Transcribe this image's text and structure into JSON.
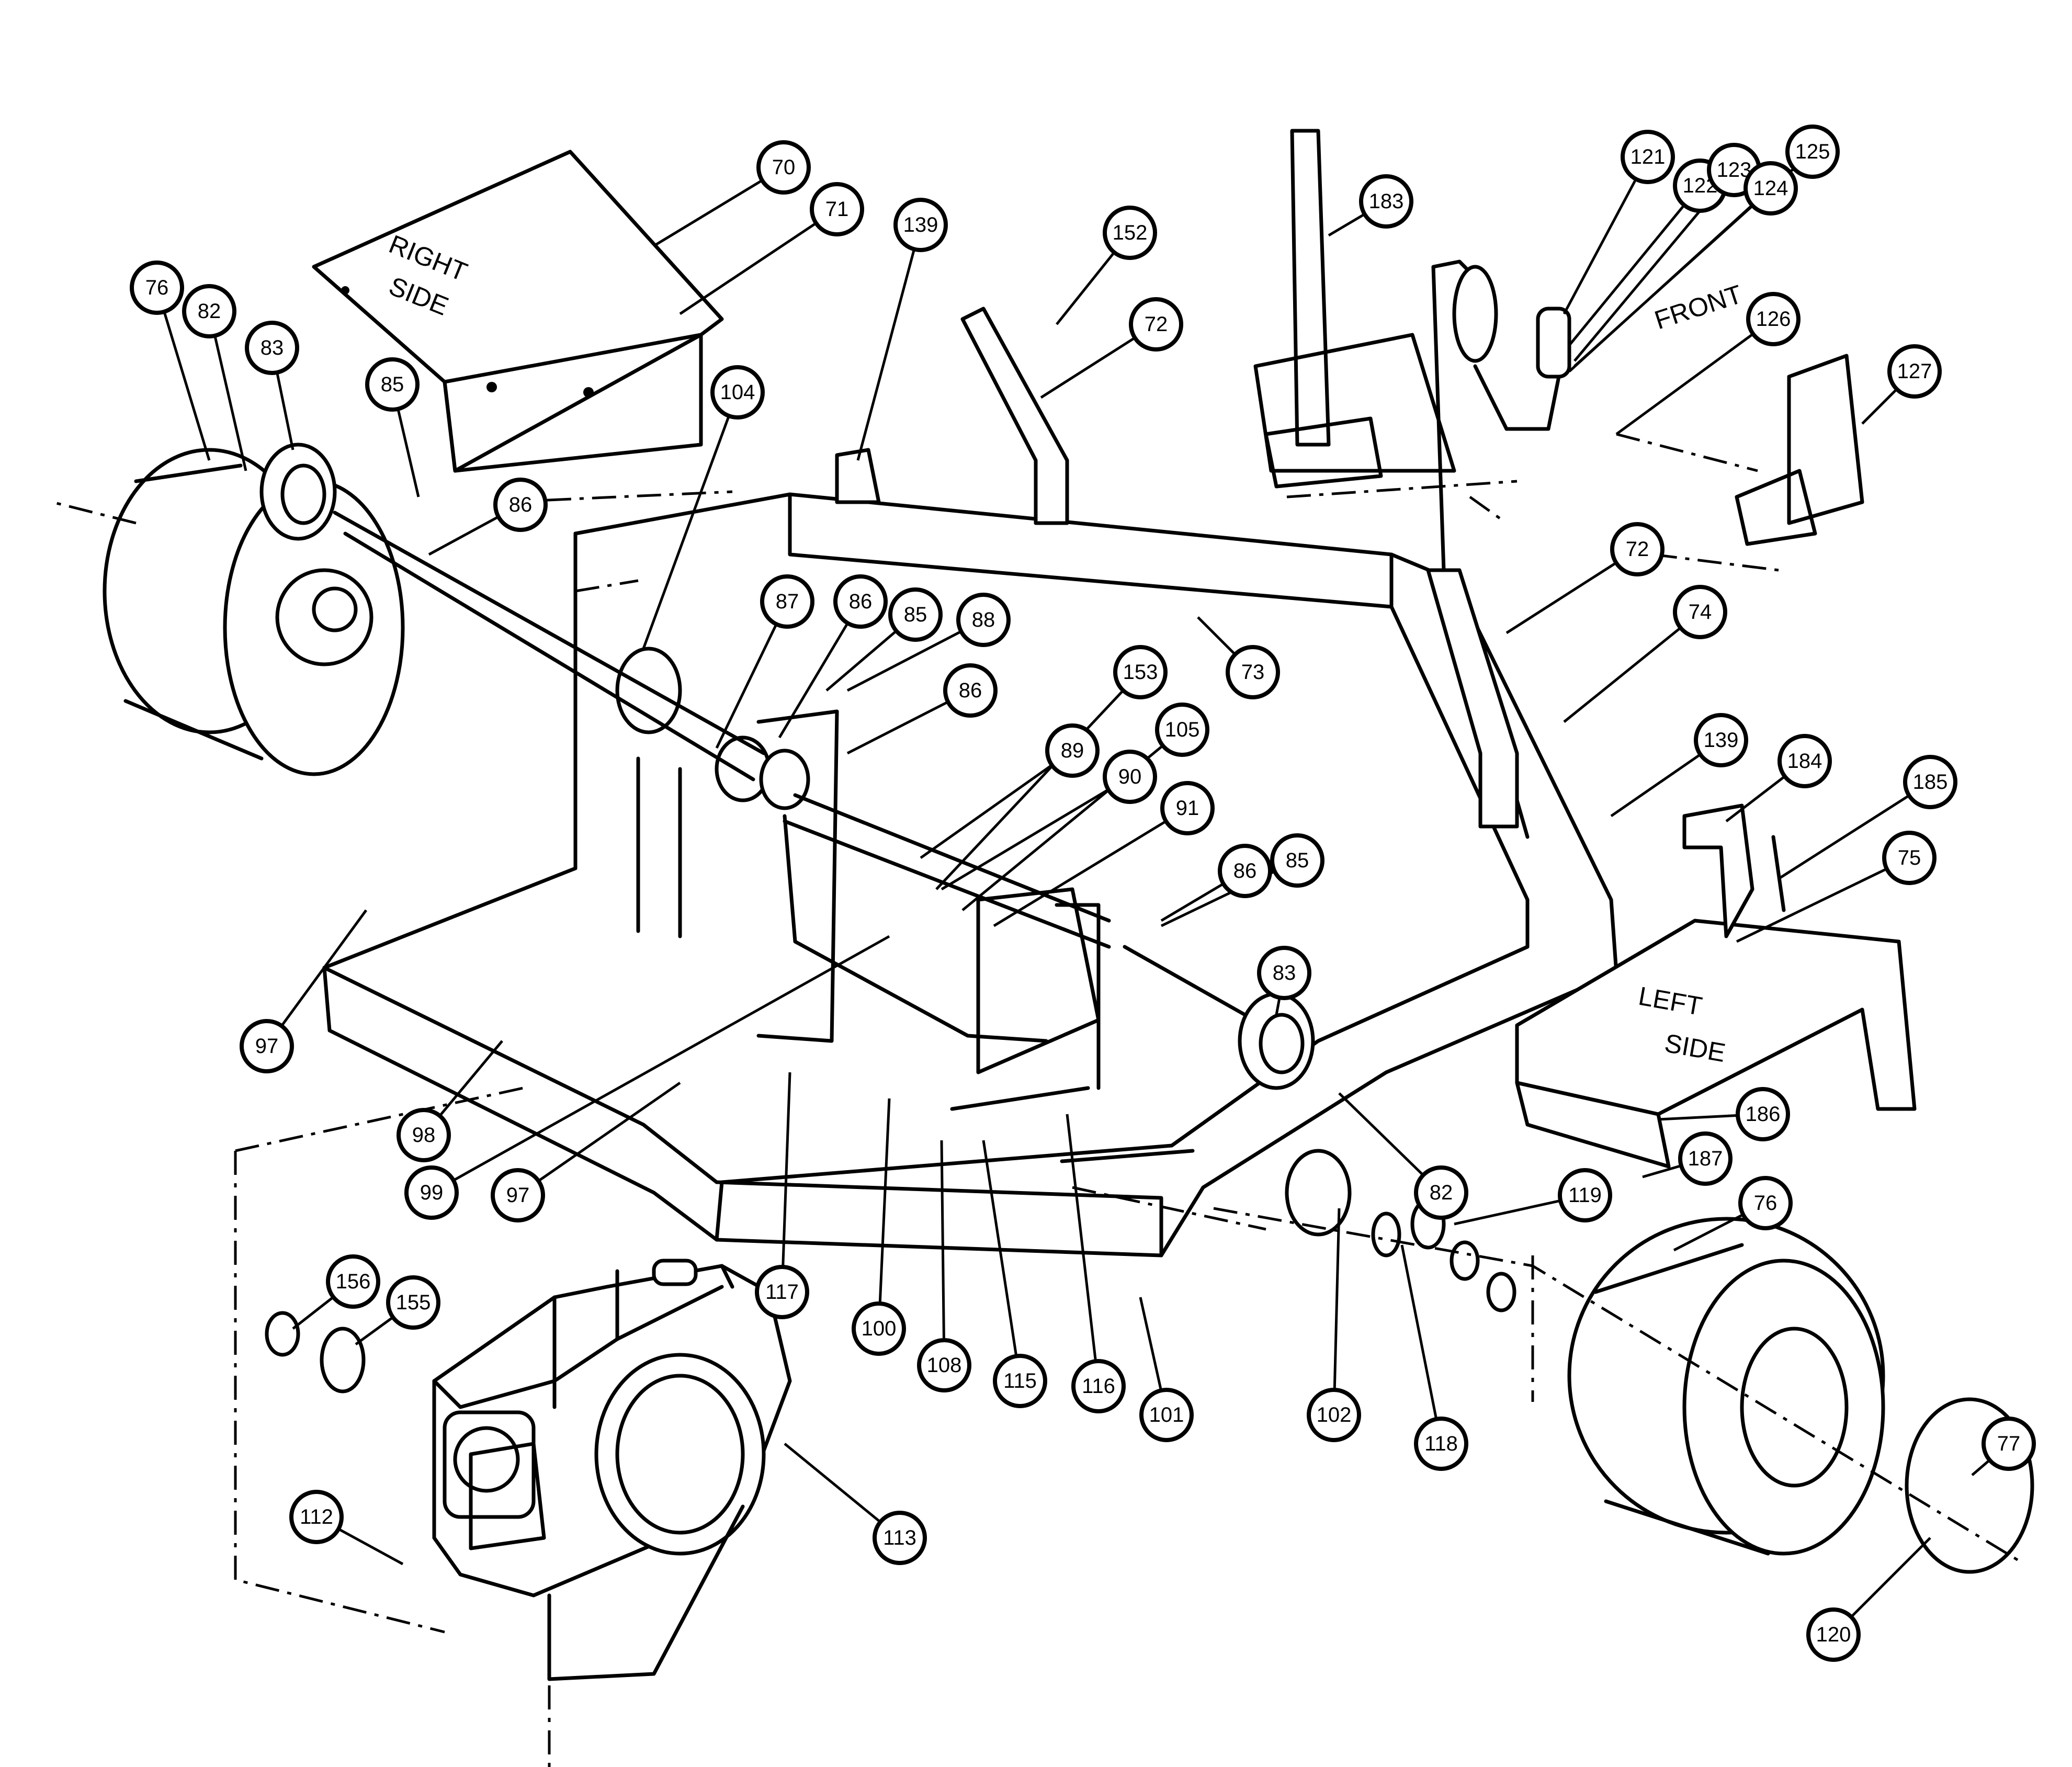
{
  "labels": {
    "right_side": [
      "RIGHT",
      "SIDE"
    ],
    "left_side": [
      "LEFT",
      "SIDE"
    ],
    "front": "FRONT"
  },
  "callouts": [
    {
      "id": "c70",
      "text": "70"
    },
    {
      "id": "c71",
      "text": "71"
    },
    {
      "id": "c76a",
      "text": "76"
    },
    {
      "id": "c82a",
      "text": "82"
    },
    {
      "id": "c83a",
      "text": "83"
    },
    {
      "id": "c85a",
      "text": "85"
    },
    {
      "id": "c86a",
      "text": "86"
    },
    {
      "id": "c104",
      "text": "104"
    },
    {
      "id": "c139a",
      "text": "139"
    },
    {
      "id": "c152",
      "text": "152"
    },
    {
      "id": "c72a",
      "text": "72"
    },
    {
      "id": "c183",
      "text": "183"
    },
    {
      "id": "c121",
      "text": "121"
    },
    {
      "id": "c122",
      "text": "122"
    },
    {
      "id": "c123",
      "text": "123"
    },
    {
      "id": "c124",
      "text": "124"
    },
    {
      "id": "c125",
      "text": "125"
    },
    {
      "id": "c126",
      "text": "126"
    },
    {
      "id": "c127",
      "text": "127"
    },
    {
      "id": "c72b",
      "text": "72"
    },
    {
      "id": "c74",
      "text": "74"
    },
    {
      "id": "c73",
      "text": "73"
    },
    {
      "id": "c87",
      "text": "87"
    },
    {
      "id": "c86b",
      "text": "86"
    },
    {
      "id": "c85b",
      "text": "85"
    },
    {
      "id": "c88",
      "text": "88"
    },
    {
      "id": "c86c",
      "text": "86"
    },
    {
      "id": "c153",
      "text": "153"
    },
    {
      "id": "c105",
      "text": "105"
    },
    {
      "id": "c89",
      "text": "89"
    },
    {
      "id": "c90",
      "text": "90"
    },
    {
      "id": "c91",
      "text": "91"
    },
    {
      "id": "c86d",
      "text": "86"
    },
    {
      "id": "c85c",
      "text": "85"
    },
    {
      "id": "c139b",
      "text": "139"
    },
    {
      "id": "c184",
      "text": "184"
    },
    {
      "id": "c185",
      "text": "185"
    },
    {
      "id": "c75",
      "text": "75"
    },
    {
      "id": "c83b",
      "text": "83"
    },
    {
      "id": "c97a",
      "text": "97"
    },
    {
      "id": "c98",
      "text": "98"
    },
    {
      "id": "c99",
      "text": "99"
    },
    {
      "id": "c97b",
      "text": "97"
    },
    {
      "id": "c186",
      "text": "186"
    },
    {
      "id": "c187",
      "text": "187"
    },
    {
      "id": "c82b",
      "text": "82"
    },
    {
      "id": "c119",
      "text": "119"
    },
    {
      "id": "c76b",
      "text": "76"
    },
    {
      "id": "c117",
      "text": "117"
    },
    {
      "id": "c100",
      "text": "100"
    },
    {
      "id": "c108",
      "text": "108"
    },
    {
      "id": "c115",
      "text": "115"
    },
    {
      "id": "c116",
      "text": "116"
    },
    {
      "id": "c101",
      "text": "101"
    },
    {
      "id": "c102",
      "text": "102"
    },
    {
      "id": "c118",
      "text": "118"
    },
    {
      "id": "c156",
      "text": "156"
    },
    {
      "id": "c155",
      "text": "155"
    },
    {
      "id": "c113",
      "text": "113"
    },
    {
      "id": "c112",
      "text": "112"
    },
    {
      "id": "c77",
      "text": "77"
    },
    {
      "id": "c120",
      "text": "120"
    }
  ]
}
